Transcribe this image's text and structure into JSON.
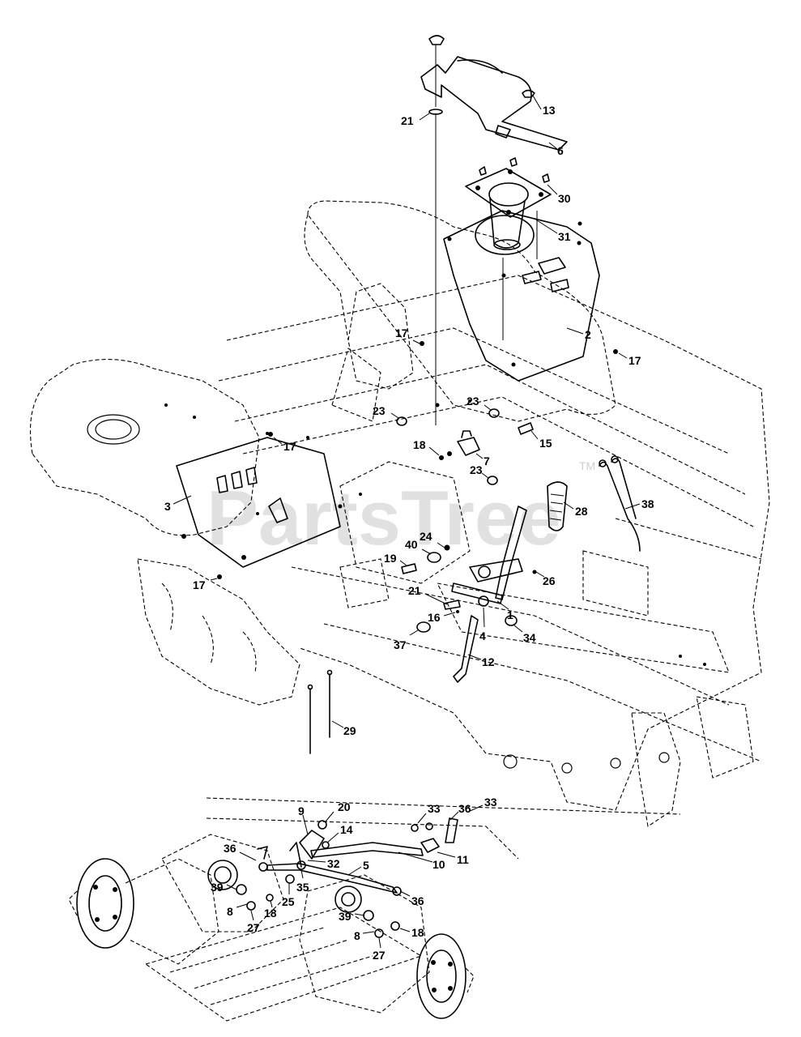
{
  "watermark": {
    "text": "PartsTree",
    "trademark": "TM"
  },
  "callouts": {
    "c1": "1",
    "c2": "2",
    "c3": "3",
    "c4": "4",
    "c5": "5",
    "c6": "6",
    "c7": "7",
    "c8a": "8",
    "c8b": "8",
    "c9": "9",
    "c10": "10",
    "c11": "11",
    "c12": "12",
    "c13": "13",
    "c14": "14",
    "c15": "15",
    "c16": "16",
    "c17a": "17",
    "c17b": "17",
    "c17c": "17",
    "c17d": "17",
    "c18a": "18",
    "c18b": "18",
    "c18c": "18",
    "c19": "19",
    "c20": "20",
    "c21a": "21",
    "c21b": "21",
    "c23a": "23",
    "c23b": "23",
    "c23c": "23",
    "c24": "24",
    "c25": "25",
    "c26": "26",
    "c27a": "27",
    "c27b": "27",
    "c28": "28",
    "c29": "29",
    "c30": "30",
    "c31": "31",
    "c32": "32",
    "c33a": "33",
    "c33b": "33",
    "c34": "34",
    "c35": "35",
    "c36a": "36",
    "c36b": "36",
    "c36c": "36",
    "c37": "37",
    "c38": "38",
    "c39a": "39",
    "c39b": "39",
    "c40": "40"
  }
}
